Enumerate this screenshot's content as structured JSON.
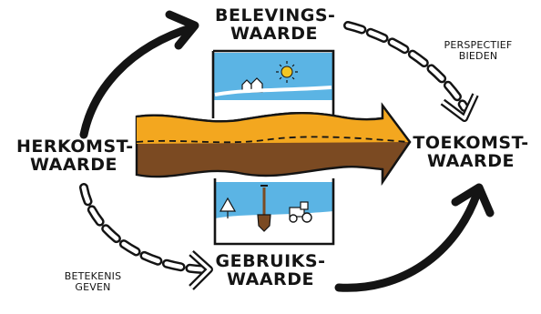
{
  "labels": {
    "belevings_line1": "BELEVINGS-",
    "belevings_line2": "WAARDE",
    "herkomst_line1": "HERKOMST-",
    "herkomst_line2": "WAARDE",
    "toekomst_line1": "TOEKOMST-",
    "toekomst_line2": "WAARDE",
    "gebruiks_line1": "GEBRUIKS-",
    "gebruiks_line2": "WAARDE",
    "perspectief_line1": "PERSPECTIEF",
    "perspectief_line2": "BIEDEN",
    "betekenis_line1": "BETEKENIS",
    "betekenis_line2": "GEVEN"
  },
  "colors": {
    "ink": "#141414",
    "sky": "#5bb4e4",
    "river_top": "#f3a71f",
    "river_bottom": "#7b4a22",
    "sun": "#f2c623"
  }
}
